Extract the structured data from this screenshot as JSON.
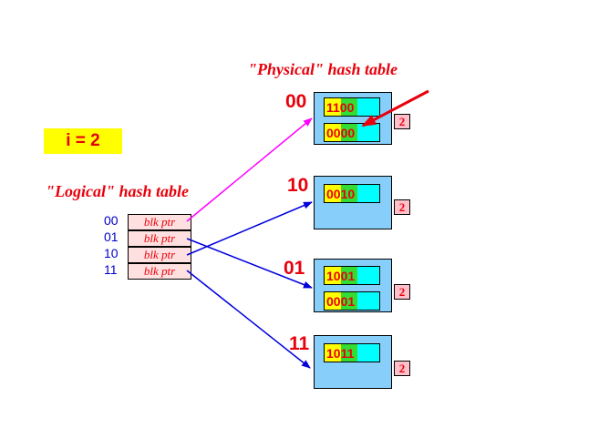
{
  "physical_title": "\"Physical\" hash table",
  "logical_title": "\"Logical\" hash table",
  "global_depth": "i = 2",
  "directory": [
    {
      "index": "00",
      "label": "blk ptr"
    },
    {
      "index": "01",
      "label": "blk ptr"
    },
    {
      "index": "10",
      "label": "blk ptr"
    },
    {
      "index": "11",
      "label": "blk ptr"
    }
  ],
  "buckets": [
    {
      "label": "00",
      "depth": "2",
      "keys": [
        "1100",
        "0000"
      ]
    },
    {
      "label": "10",
      "depth": "2",
      "keys": [
        "0010"
      ]
    },
    {
      "label": "01",
      "depth": "2",
      "keys": [
        "1001",
        "0001"
      ]
    },
    {
      "label": "11",
      "depth": "2",
      "keys": [
        "1011"
      ]
    }
  ],
  "colors": {
    "title_red": "#e8000b",
    "bucket_fill": "#87cefa",
    "arrow_blue": "#0000dd",
    "arrow_magenta": "#ff00ff",
    "global_depth_fill": "#ffff00"
  }
}
